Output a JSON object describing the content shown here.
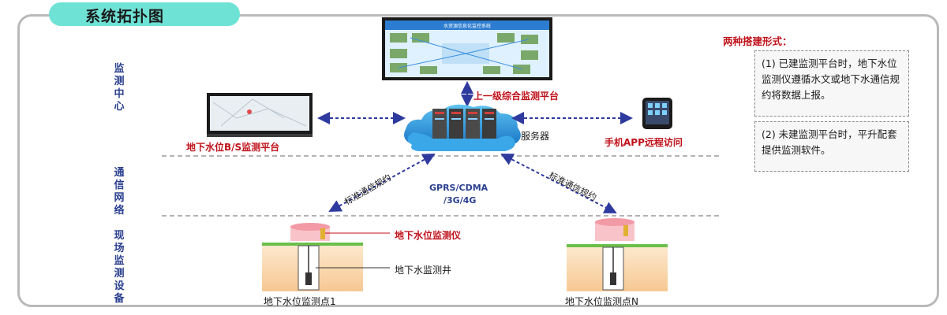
{
  "title": "系统拓扑图",
  "layers": {
    "center": "监测中心",
    "network": "通信网络",
    "field": "现场监测设备"
  },
  "monitor_screen_title": "水资源信息化监控系统",
  "nodes": {
    "upper_platform": "上一级综合监测平台",
    "server": "服务器",
    "bs_platform": "地下水位B/S监测平台",
    "mobile_app": "手机APP远程访问",
    "gprs": "GPRS/CDMA",
    "gprs2": "/3G/4G",
    "protocol_left": "标准通信规约",
    "protocol_right": "标准通信规约",
    "instrument": "地下水位监测仪",
    "well": "地下水监测井",
    "point1": "地下水位监测点1",
    "pointN": "地下水位监测点N"
  },
  "notes": {
    "header": "两种搭建形式：",
    "note1": "(1) 已建监测平台时，地下水位监测仪遵循水文或地下水通信规约将数据上报。",
    "note2": "(2) 未建监测平台时，平升配套提供监测软件。"
  },
  "colors": {
    "accent_teal": "#6fe2d6",
    "arrow_blue": "#2e3a9e",
    "label_red": "#c0121b",
    "layer_blue": "#2a3f8f"
  }
}
